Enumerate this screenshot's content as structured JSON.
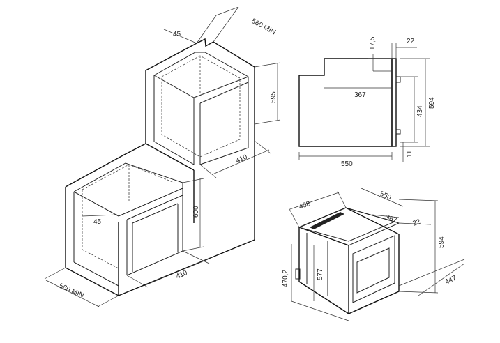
{
  "niche_top": {
    "depth_label": "560 MIN",
    "offset_label": "45",
    "height_label": "595",
    "width_label": "410"
  },
  "niche_bottom": {
    "depth_label": "560 MIN",
    "offset_label": "45",
    "height_label": "600",
    "width_label": "410"
  },
  "side_view": {
    "top_clearance": "17,5",
    "front_thickness": "22",
    "inner_depth": "367",
    "total_depth": "550",
    "body_height": "434",
    "total_height": "594",
    "bottom_offset": "11"
  },
  "iso_view": {
    "depth_label": "408",
    "width_label": "550",
    "inner_label": "367",
    "front_label": "22",
    "height_label": "594",
    "total_height": "470,2",
    "inner_height": "577",
    "front_width": "447"
  }
}
